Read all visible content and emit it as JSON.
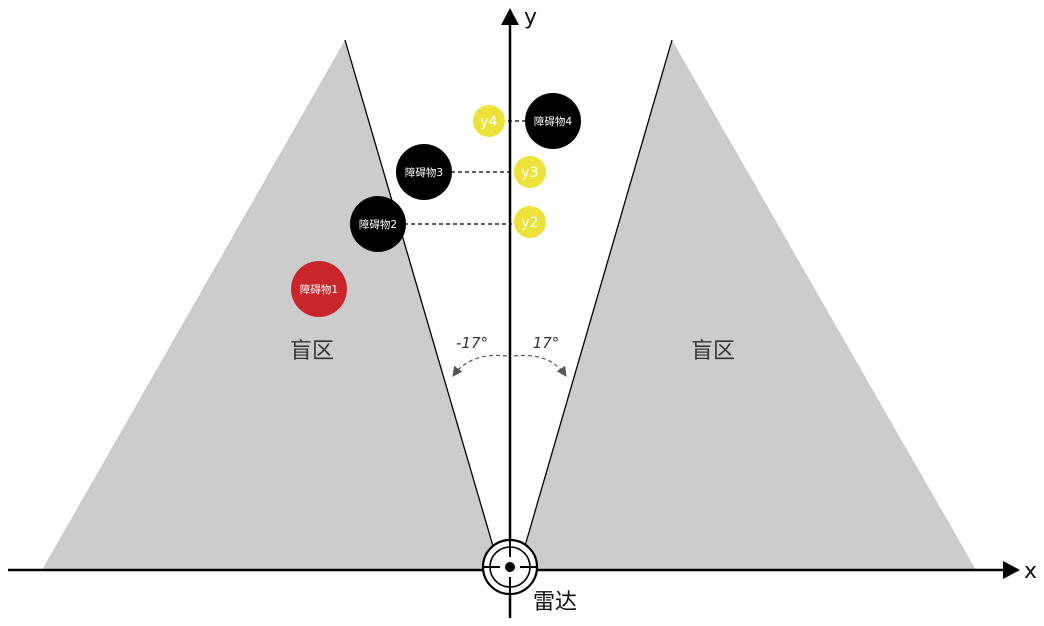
{
  "axes": {
    "x_label": "x",
    "y_label": "y"
  },
  "radar": {
    "label": "雷达"
  },
  "blind_zones": [
    {
      "id": "left",
      "label": "盲区"
    },
    {
      "id": "right",
      "label": "盲区"
    }
  ],
  "angles": [
    {
      "id": "left",
      "label": "-17°"
    },
    {
      "id": "right",
      "label": "17°"
    }
  ],
  "obstacles": [
    {
      "id": "1",
      "label": "障碍物1",
      "color": "#c8262b"
    },
    {
      "id": "2",
      "label": "障碍物2",
      "color": "#000000",
      "axis_label": "y2"
    },
    {
      "id": "3",
      "label": "障碍物3",
      "color": "#000000",
      "axis_label": "y3"
    },
    {
      "id": "4",
      "label": "障碍物4",
      "color": "#000000",
      "axis_label": "y4"
    }
  ],
  "colors": {
    "blind_zone": "#cccccc",
    "axis_marker": "#ece23a",
    "axis": "#000000"
  }
}
